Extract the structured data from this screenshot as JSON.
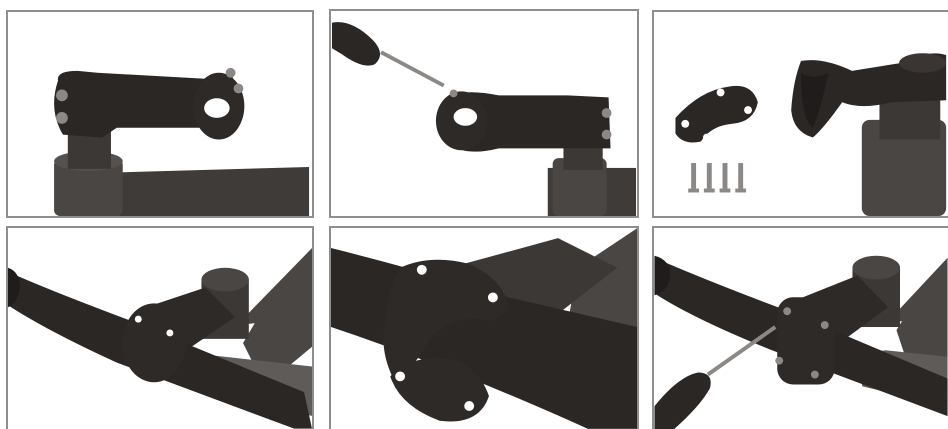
{
  "steps": [
    {
      "icon": "stem-on-steerer-illustration"
    },
    {
      "icon": "screwdriver-loosening-faceplate-illustration"
    },
    {
      "icon": "faceplate-and-bolts-removed-illustration"
    },
    {
      "icon": "handlebar-positioned-in-stem-illustration"
    },
    {
      "icon": "faceplate-closeup-illustration"
    },
    {
      "icon": "screwdriver-tightening-faceplate-illustration"
    }
  ],
  "colors": {
    "dark": "#2b2725",
    "mid": "#3a3533",
    "frame": "#4a4644",
    "light_frame": "#5f5b59",
    "bolt": "#8c8886",
    "border": "#8e8e8e",
    "hole": "#ffffff"
  }
}
